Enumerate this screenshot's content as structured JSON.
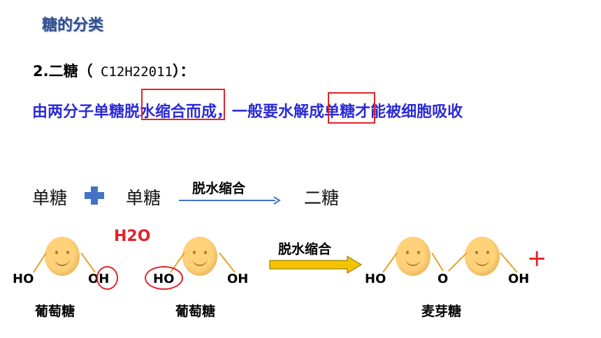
{
  "title": "糖的分类",
  "formula": {
    "label": "2.二糖（",
    "chem": " C12H22011",
    "end": "）："
  },
  "description": {
    "p1": "由两分子单糖",
    "p2": "脱水缩合",
    "p3": "而成，一般要",
    "p4": "水解",
    "p5": "成单糖才能被细胞吸收"
  },
  "equation": {
    "left": "单糖",
    "middle": "单糖",
    "arrow_label": "脱水缩合",
    "result": "二糖"
  },
  "reaction": {
    "water": "H2O",
    "arrow_label": "脱水缩合",
    "groups": {
      "ho": "HO",
      "oh": "OH",
      "o": "O"
    },
    "glucose_1": "葡萄糖",
    "glucose_2": "葡萄糖",
    "product": "麦芽糖",
    "plus_mark": "+"
  },
  "colors": {
    "title": "#2f4f8f",
    "description": "#2b2bd6",
    "highlight": "#e0242b",
    "arrow_blue": "#4472c4",
    "arrow_gold": "#f5c400"
  }
}
